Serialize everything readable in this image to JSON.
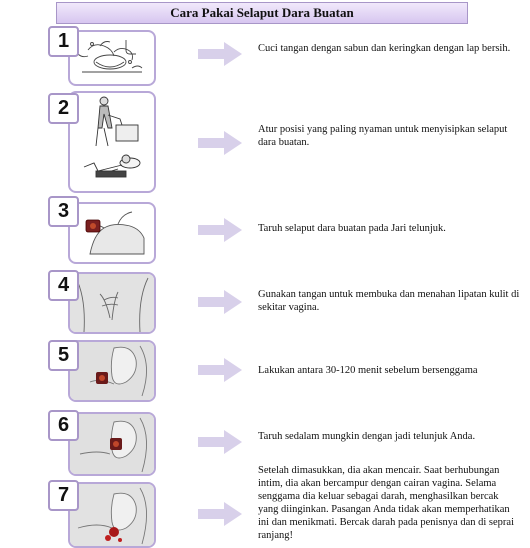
{
  "title": "Cara Pakai Selaput Dara Buatan",
  "arrow_color": "#d8d0ea",
  "frame_color": "#b8a8d8",
  "steps": [
    {
      "number": "1",
      "text": "Cuci tangan dengan sabun dan keringkan dengan lap bersih."
    },
    {
      "number": "2",
      "text": "Atur posisi yang paling nyaman untuk menyisipkan selaput dara buatan."
    },
    {
      "number": "3",
      "text": "Taruh selaput dara buatan pada Jari telunjuk."
    },
    {
      "number": "4",
      "text": "Gunakan tangan untuk membuka dan menahan lipatan kulit di sekitar vagina."
    },
    {
      "number": "5",
      "text": "Lakukan antara 30-120 menit sebelum bersenggama"
    },
    {
      "number": "6",
      "text": "Taruh sedalam mungkin dengan jadi telunjuk Anda."
    },
    {
      "number": "7",
      "text": "Setelah dimasukkan, dia akan mencair. Saat berhubungan intim, dia akan bercampur dengan cairan vagina. Selama senggama dia keluar sebagai darah, menghasilkan bercak yang diinginkan. Pasangan Anda tidak akan memperhatikan ini dan menikmati. Bercak darah pada penisnya dan di seprai ranjang!"
    }
  ]
}
